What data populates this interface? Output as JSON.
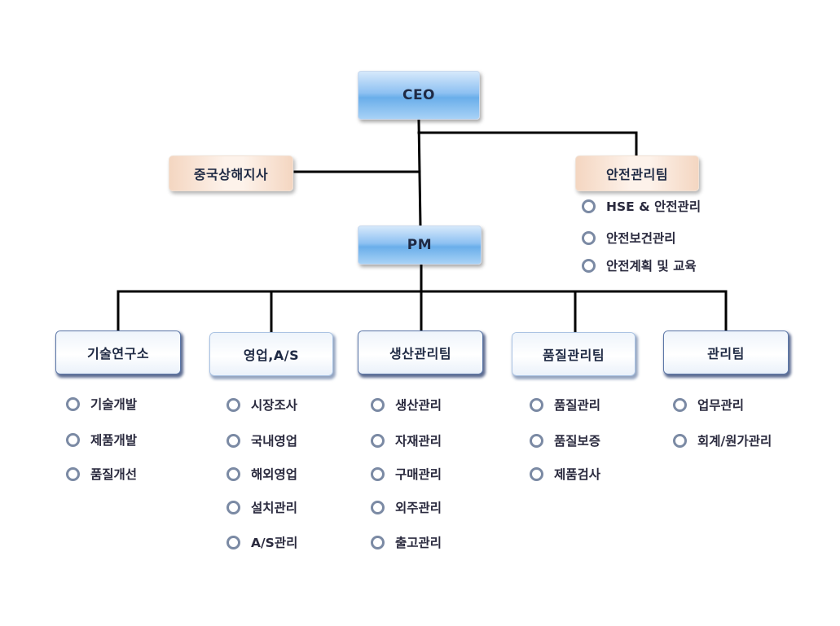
{
  "top": {
    "ceo": "CEO",
    "branch": "중국상해지사",
    "pm": "PM"
  },
  "safety": {
    "title": "안전관리팀",
    "items": [
      "HSE & 안전관리",
      "안전보건관리",
      "안전계획 및 교육"
    ]
  },
  "departments": [
    {
      "title": "기술연구소",
      "items": [
        "기술개발",
        "제품개발",
        "품질개선"
      ]
    },
    {
      "title": "영업,A/S",
      "items": [
        "시장조사",
        "국내영업",
        "해외영업",
        "설치관리",
        "A/S관리"
      ]
    },
    {
      "title": "생산관리팀",
      "items": [
        "생산관리",
        "자재관리",
        "구매관리",
        "외주관리",
        "출고관리"
      ]
    },
    {
      "title": "품질관리팀",
      "items": [
        "품질관리",
        "품질보증",
        "제품검사"
      ]
    },
    {
      "title": "관리팀",
      "items": [
        "업무관리",
        "회계/원가관리"
      ]
    }
  ],
  "colors": {
    "line": "#000000",
    "bullet": "#7b8aa4",
    "blue_box": "#8ec1f2",
    "peach_box": "#f4d6c1"
  }
}
